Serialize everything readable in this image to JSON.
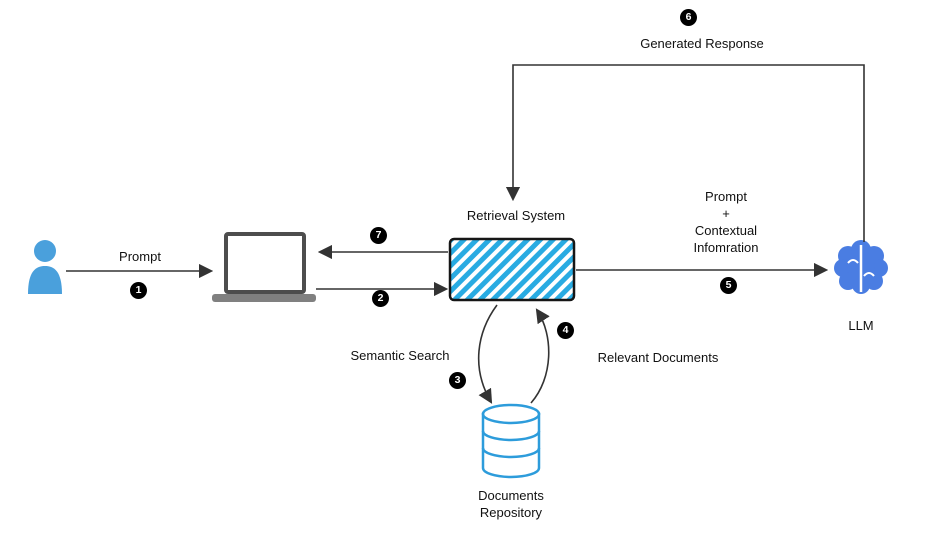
{
  "diagram": {
    "nodes": {
      "retrieval_system": {
        "label": "Retrieval System"
      },
      "llm": {
        "label": "LLM"
      },
      "documents_repository": {
        "label_line1": "Documents",
        "label_line2": "Repository"
      }
    },
    "edges": {
      "prompt": {
        "label": "Prompt",
        "badge": "1"
      },
      "laptop_to_retrieval": {
        "badge": "2"
      },
      "semantic_search": {
        "label": "Semantic Search",
        "badge": "3"
      },
      "relevant_documents": {
        "label": "Relevant Documents",
        "badge": "4"
      },
      "prompt_context": {
        "line1": "Prompt",
        "line2": "+",
        "line3": "Contextual",
        "line4": "Infomration",
        "badge": "5"
      },
      "generated_response": {
        "label": "Generated Response",
        "badge": "6"
      },
      "retrieval_to_laptop": {
        "badge": "7"
      }
    },
    "icons": {
      "user": "person-icon",
      "client": "laptop-icon",
      "retrieval": "hatched-box",
      "repository": "database-cylinder-icon",
      "llm": "brain-icon"
    },
    "colors": {
      "person_blue": "#4AA0DC",
      "hatch_blue": "#29ABE2",
      "db_blue": "#2D9CDB",
      "llm_blue": "#4A7DE2",
      "line_dark": "#333333",
      "badge_black": "#000000"
    }
  }
}
